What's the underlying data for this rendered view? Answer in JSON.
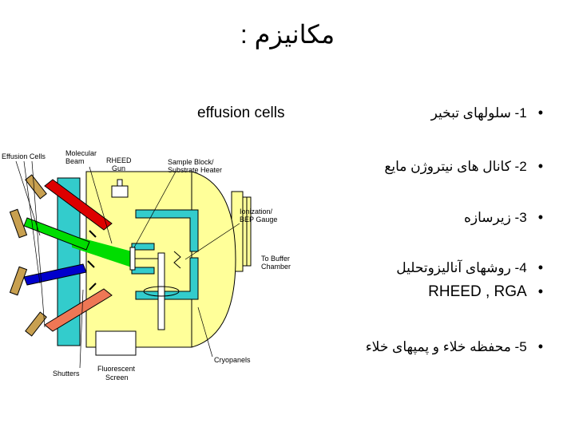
{
  "title": "مکانیزم :",
  "effusion_label": "effusion cells",
  "bullets": [
    {
      "text": "1- سلولهای تبخیر"
    },
    {
      "text": "2- کانال های نیتروژن مایع"
    },
    {
      "text": "3- زیرسازه"
    },
    {
      "text": "4- روشهای آنالیزوتحلیل"
    },
    {
      "text": "RHEED  ,  RGA"
    },
    {
      "text": "5- محفظه خلاء و پمپهای خلاء"
    }
  ],
  "diagram": {
    "effusion_cells": "Effusion Cells",
    "molecular_beam_1": "Molecular",
    "molecular_beam_2": "Beam",
    "rheed_gun_1": "RHEED",
    "rheed_gun_2": "Gun",
    "sample_block_1": "Sample Block/",
    "sample_block_2": "Substrate Heater",
    "ionization_1": "Ionization/",
    "ionization_2": "BEP Gauge",
    "buffer_1": "To Buffer",
    "buffer_2": "Chamber",
    "cryopanels": "Cryopanels",
    "shutters": "Shutters",
    "fluorescent_1": "Fluorescent",
    "fluorescent_2": "Screen",
    "colors": {
      "chamber": "#ffff99",
      "cryo": "#33cccc",
      "cell_shell": "#b0b0b0",
      "flange": "#c8a050",
      "red": "#dd0000",
      "green": "#00dd00",
      "blue": "#0000cc",
      "orange": "#ee7755"
    }
  }
}
